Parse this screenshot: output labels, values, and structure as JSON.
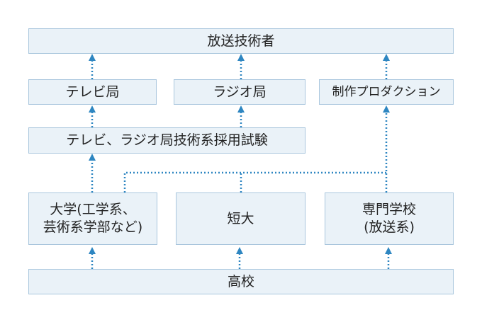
{
  "nodes": {
    "broadcast_engineer": "放送技術者",
    "tv_station": "テレビ局",
    "radio_station": "ラジオ局",
    "production": "制作プロダクション",
    "exam": "テレビ、ラジオ局技術系採用試験",
    "university_line1": "大学(工学系、",
    "university_line2": "芸術系学部など)",
    "junior_college": "短大",
    "vocational_line1": "専門学校",
    "vocational_line2": "(放送系)",
    "high_school": "高校"
  },
  "colors": {
    "box_fill": "#eaf2f8",
    "box_border": "#a9c6dd",
    "arrow": "#2e86c1"
  }
}
